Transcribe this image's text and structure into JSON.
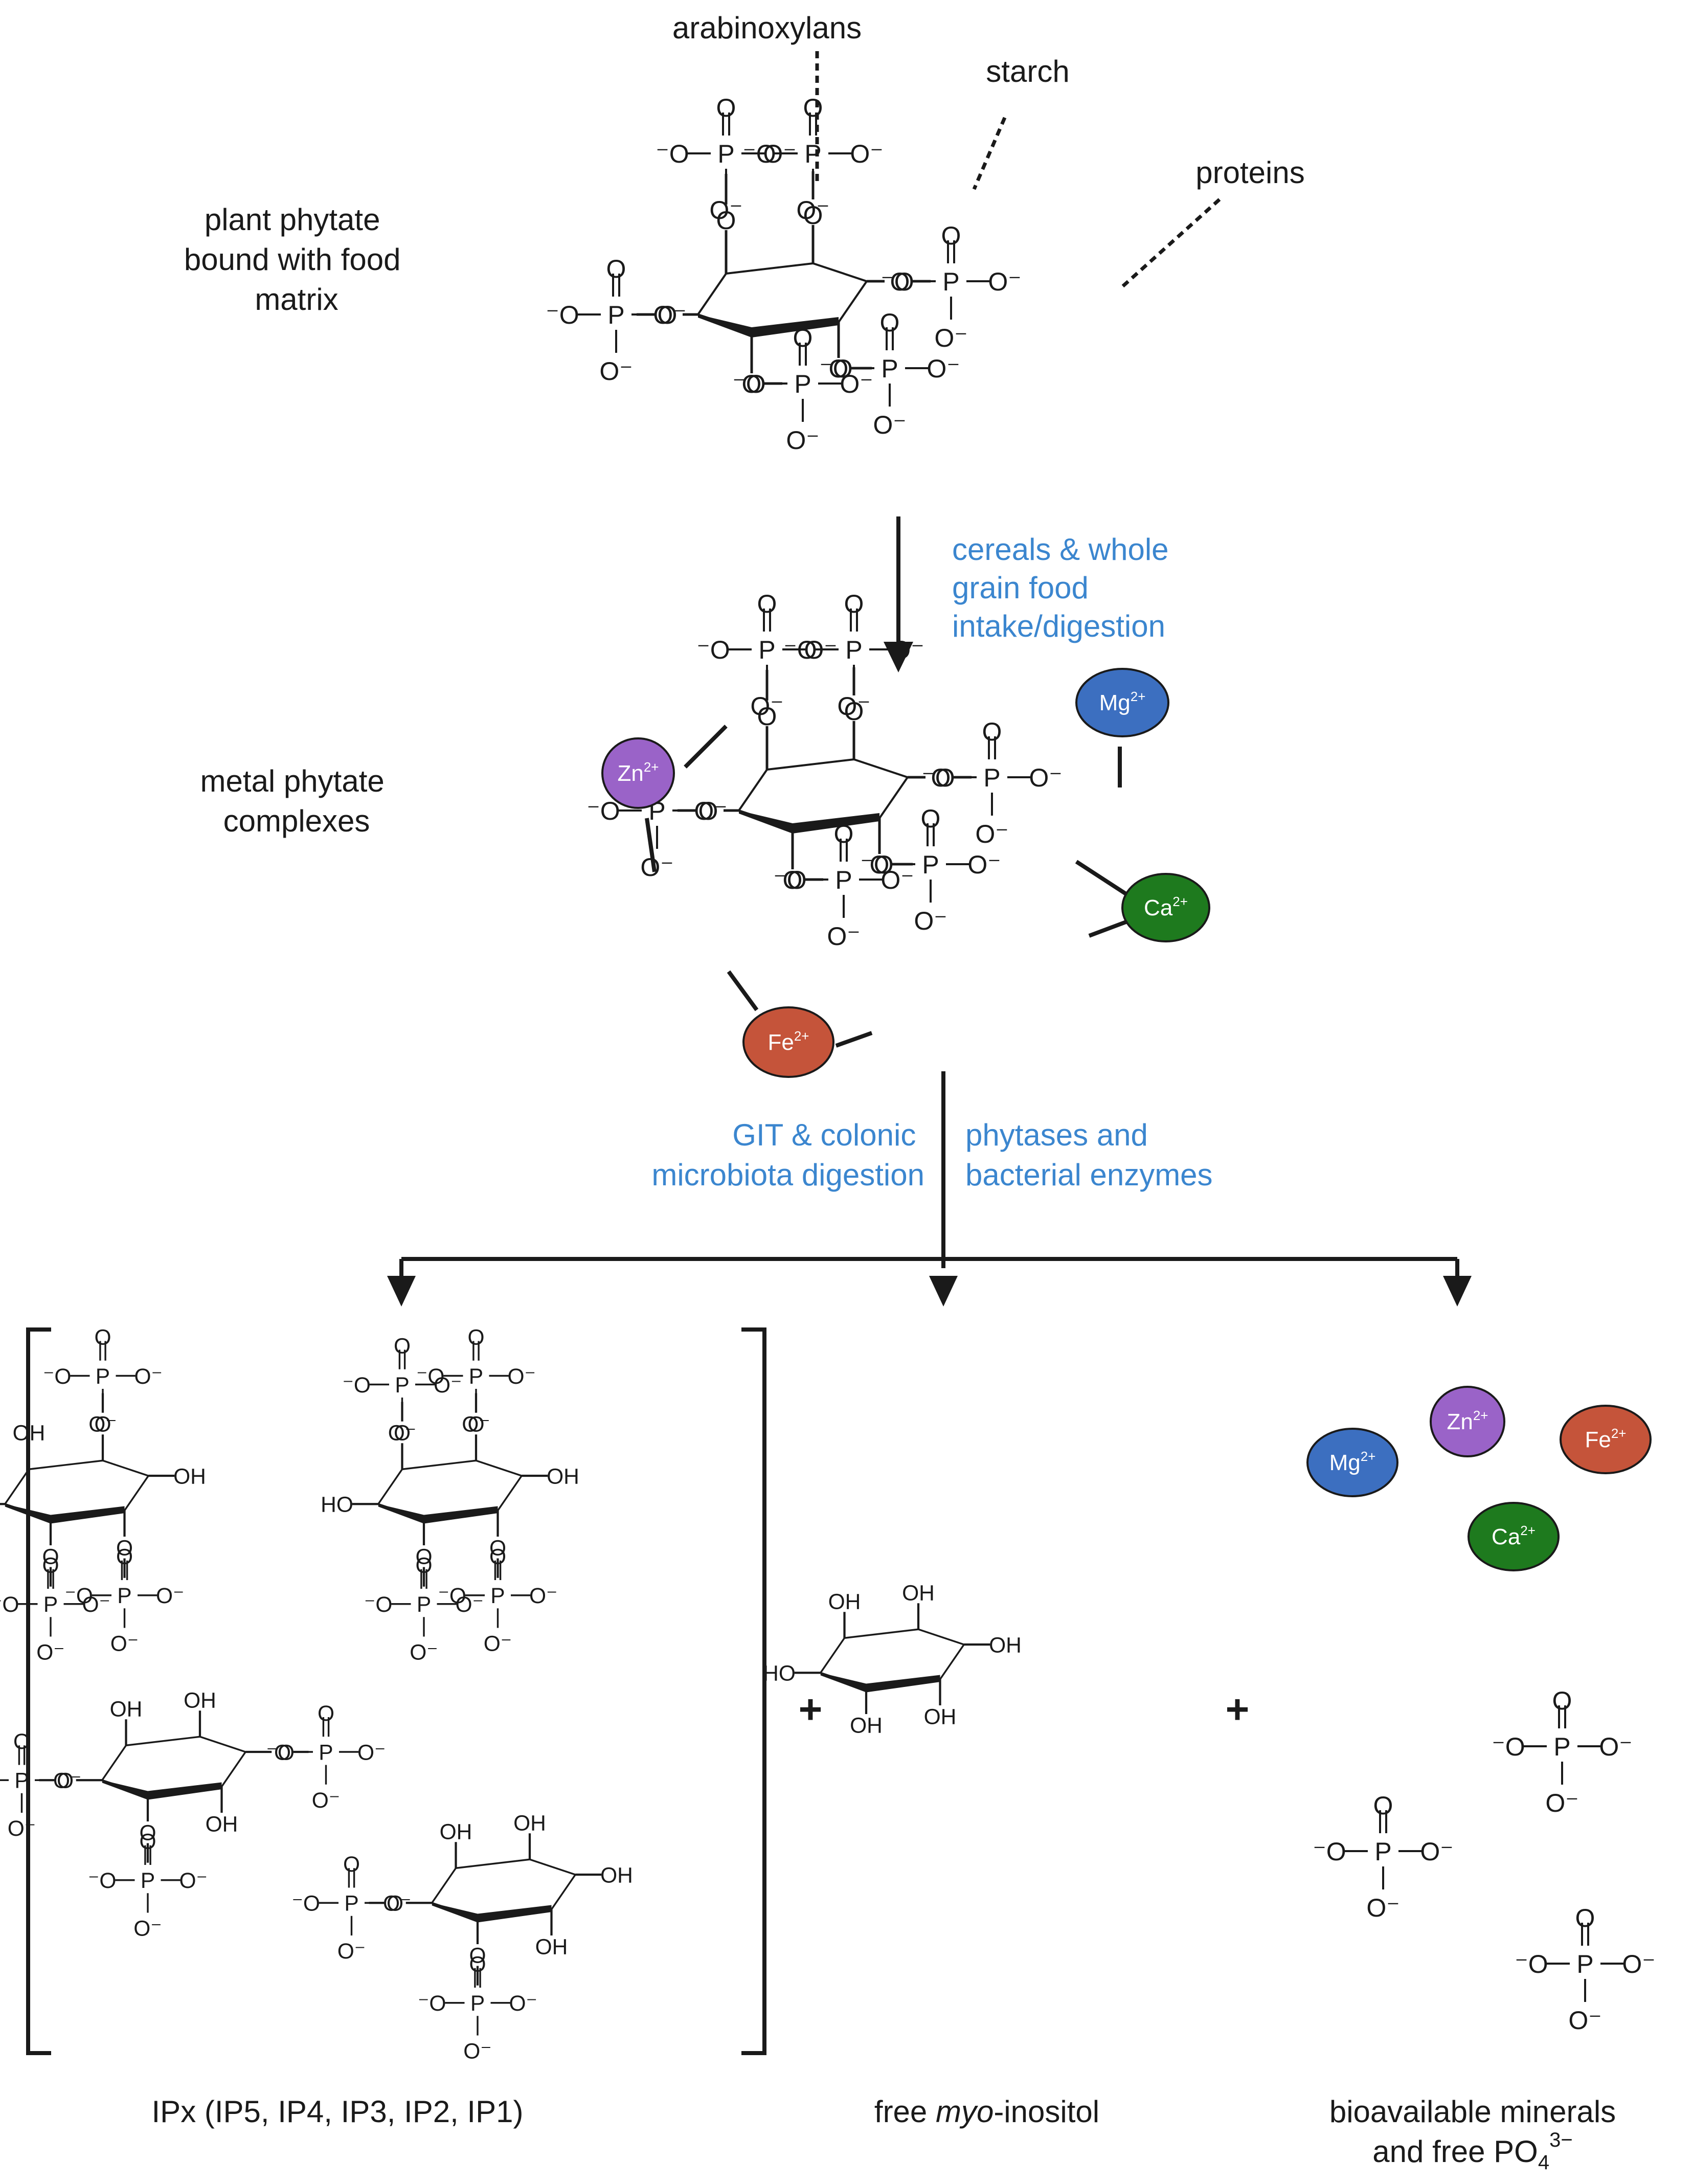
{
  "colors": {
    "process_text": "#3b86cf",
    "mg": "#3c6fc0",
    "zn": "#9a63c8",
    "ca": "#1e7a1e",
    "fe": "#c5543a",
    "ink": "#1a1a1a"
  },
  "labels": {
    "plant_phytate": [
      "plant phytate",
      "bound with food",
      "matrix"
    ],
    "metal_complexes": [
      "metal phytate",
      "complexes"
    ],
    "arabinoxylans": "arabinoxylans",
    "starch": "starch",
    "proteins": "proteins"
  },
  "process": {
    "intake": [
      "cereals & whole",
      "grain food",
      "intake/digestion"
    ],
    "git": [
      "GIT & colonic",
      "microbiota digestion"
    ],
    "enzymes": [
      "phytases and",
      "bacterial enzymes"
    ]
  },
  "ions": {
    "mg": {
      "symbol": "Mg",
      "charge": "2+"
    },
    "zn": {
      "symbol": "Zn",
      "charge": "2+"
    },
    "ca": {
      "symbol": "Ca",
      "charge": "2+"
    },
    "fe": {
      "symbol": "Fe",
      "charge": "2+"
    }
  },
  "products": {
    "ipx": "IPx (IP5, IP4, IP3, IP2, IP1)",
    "inositol_prefix": "free ",
    "inositol_italic": "myo",
    "inositol_suffix": "-inositol",
    "minerals_line1": "bioavailable minerals",
    "minerals_line2_prefix": "and free PO",
    "minerals_sub": "4",
    "minerals_sup": "3−"
  },
  "operators": {
    "plus": "+"
  },
  "chem": {
    "P": "P",
    "O": "O",
    "O_minus": "O⁻",
    "OH": "OH",
    "HO": "HO",
    "minus_O": "⁻O"
  }
}
